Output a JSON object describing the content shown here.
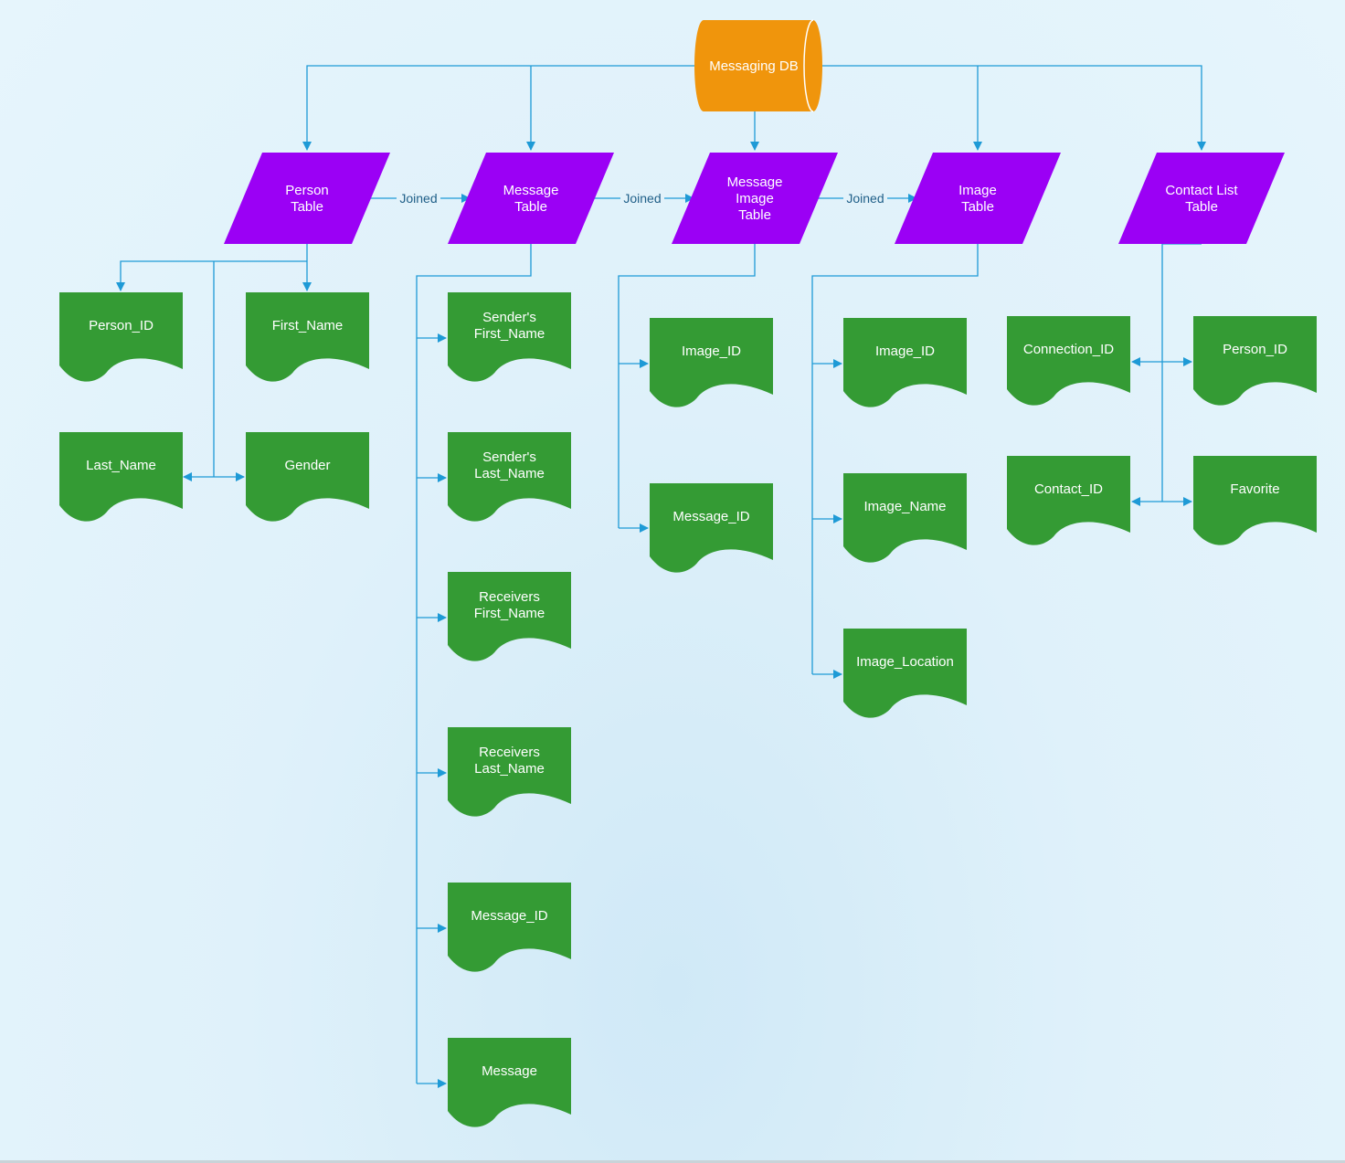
{
  "diagram": {
    "colors": {
      "connector": "#1e9ad6",
      "database": "#f0950c",
      "table": "#9b00f5",
      "field": "#349b34",
      "label_text": "#ffffff",
      "joined_text": "#1f5f88"
    },
    "database": {
      "id": "db",
      "label": "Messaging DB",
      "icon": "cylinder-database-icon"
    },
    "join_label": "Joined",
    "tables": [
      {
        "id": "person",
        "label": [
          "Person",
          "Table"
        ]
      },
      {
        "id": "message",
        "label": [
          "Message",
          "Table"
        ]
      },
      {
        "id": "message_image",
        "label": [
          "Message",
          "Image",
          "Table"
        ]
      },
      {
        "id": "image",
        "label": [
          "Image",
          "Table"
        ]
      },
      {
        "id": "contact_list",
        "label": [
          "Contact List",
          "Table"
        ]
      }
    ],
    "fields": [
      {
        "id": "p_person_id",
        "table": "person",
        "label": [
          "Person_ID"
        ]
      },
      {
        "id": "p_first_name",
        "table": "person",
        "label": [
          "First_Name"
        ]
      },
      {
        "id": "p_last_name",
        "table": "person",
        "label": [
          "Last_Name"
        ]
      },
      {
        "id": "p_gender",
        "table": "person",
        "label": [
          "Gender"
        ]
      },
      {
        "id": "m_sender_first",
        "table": "message",
        "label": [
          "Sender's",
          "First_Name"
        ]
      },
      {
        "id": "m_sender_last",
        "table": "message",
        "label": [
          "Sender's",
          "Last_Name"
        ]
      },
      {
        "id": "m_receiver_first",
        "table": "message",
        "label": [
          "Receivers",
          "First_Name"
        ]
      },
      {
        "id": "m_receiver_last",
        "table": "message",
        "label": [
          "Receivers",
          "Last_Name"
        ]
      },
      {
        "id": "m_message_id",
        "table": "message",
        "label": [
          "Message_ID"
        ]
      },
      {
        "id": "m_message",
        "table": "message",
        "label": [
          "Message"
        ]
      },
      {
        "id": "mi_image_id",
        "table": "message_image",
        "label": [
          "Image_ID"
        ]
      },
      {
        "id": "mi_message_id",
        "table": "message_image",
        "label": [
          "Message_ID"
        ]
      },
      {
        "id": "i_image_id",
        "table": "image",
        "label": [
          "Image_ID"
        ]
      },
      {
        "id": "i_image_name",
        "table": "image",
        "label": [
          "Image_Name"
        ]
      },
      {
        "id": "i_image_location",
        "table": "image",
        "label": [
          "Image_Location"
        ]
      },
      {
        "id": "c_connection_id",
        "table": "contact_list",
        "label": [
          "Connection_ID"
        ]
      },
      {
        "id": "c_person_id",
        "table": "contact_list",
        "label": [
          "Person_ID"
        ]
      },
      {
        "id": "c_contact_id",
        "table": "contact_list",
        "label": [
          "Contact_ID"
        ]
      },
      {
        "id": "c_favorite",
        "table": "contact_list",
        "label": [
          "Favorite"
        ]
      }
    ],
    "joins": [
      {
        "from": "person",
        "to": "message"
      },
      {
        "from": "message",
        "to": "message_image"
      },
      {
        "from": "message_image",
        "to": "image"
      }
    ]
  }
}
